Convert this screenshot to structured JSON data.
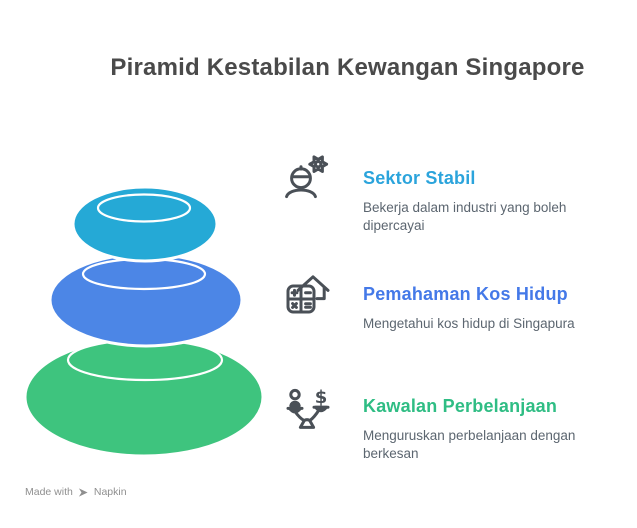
{
  "title": "Piramid Kestabilan Kewangan Singapore",
  "pyramid": {
    "stones": [
      {
        "position": "top",
        "color": "#25A9D6",
        "linked_item": "Sektor Stabil"
      },
      {
        "position": "middle",
        "color": "#4C86E6",
        "linked_item": "Pemahaman Kos Hidup"
      },
      {
        "position": "bottom",
        "color": "#3EC47E",
        "linked_item": "Kawalan Perbelanjaan"
      }
    ],
    "outline_color": "#FFFFFF"
  },
  "items": [
    {
      "icon": "worker-gear-icon",
      "title": "Sektor Stabil",
      "title_color": "#2BA4DC",
      "description": "Bekerja dalam industri yang boleh dipercayai"
    },
    {
      "icon": "calculator-house-icon",
      "title": "Pemahaman Kos Hidup",
      "title_color": "#4479E8",
      "description": "Mengetahui kos hidup di Singapura"
    },
    {
      "icon": "scale-person-dollar-icon",
      "title": "Kawalan Perbelanjaan",
      "title_color": "#2FBD84",
      "description": "Menguruskan perbelanjaan dengan berkesan",
      "icon_dollar": "$"
    }
  ],
  "footer": {
    "made_with": "Made with",
    "brand": "Napkin"
  }
}
